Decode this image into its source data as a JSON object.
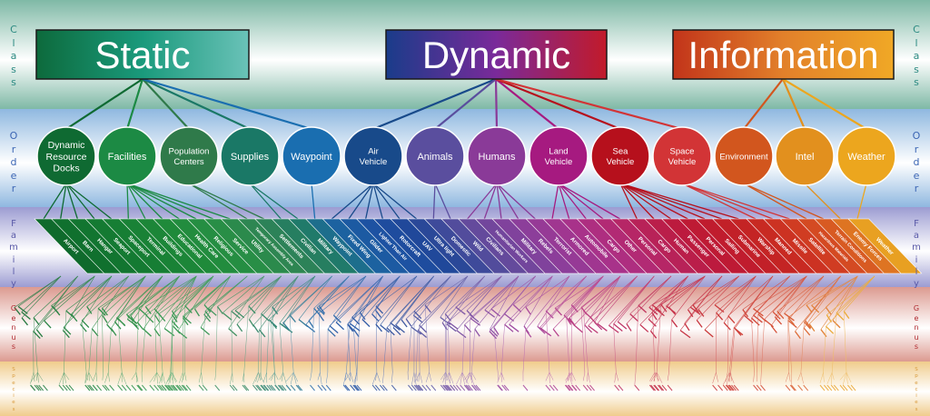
{
  "side_labels": [
    {
      "word": "Class",
      "color": "#2c8a82"
    },
    {
      "word": "Order",
      "color": "#3c66b4"
    },
    {
      "word": "Family",
      "color": "#5a5aa8"
    },
    {
      "word": "Genus",
      "color": "#b02a30"
    },
    {
      "word": "Species",
      "color": "#d89a3a"
    }
  ],
  "classes": [
    {
      "label": "Static",
      "colors": [
        "#0d6a3c",
        "#1a9a7c",
        "#6ac2b8"
      ]
    },
    {
      "label": "Dynamic",
      "colors": [
        "#1a3c8a",
        "#7a2a9a",
        "#c21a2a"
      ]
    },
    {
      "label": "Information",
      "colors": [
        "#c2341a",
        "#e2802a",
        "#f0a826"
      ]
    }
  ],
  "orders": [
    {
      "label": "Dynamic\nResource\nDocks",
      "color": "#0f6a32",
      "cls": 0
    },
    {
      "label": "Facilities",
      "color": "#1c8a44",
      "cls": 0
    },
    {
      "label": "Population\nCenters",
      "color": "#2f7a4a",
      "cls": 0
    },
    {
      "label": "Supplies",
      "color": "#1a7866",
      "cls": 0
    },
    {
      "label": "Waypoint",
      "color": "#1a6eb0",
      "cls": 0
    },
    {
      "label": "Air\nVehicle",
      "color": "#184a8a",
      "cls": 1
    },
    {
      "label": "Animals",
      "color": "#5a4e9e",
      "cls": 1
    },
    {
      "label": "Humans",
      "color": "#8a3a98",
      "cls": 1
    },
    {
      "label": "Land\nVehicle",
      "color": "#a61a80",
      "cls": 1
    },
    {
      "label": "Sea\nVehicle",
      "color": "#b6101c",
      "cls": 1
    },
    {
      "label": "Space\nVehicle",
      "color": "#d23436",
      "cls": 1
    },
    {
      "label": "Environment",
      "color": "#d2561e",
      "cls": 2
    },
    {
      "label": "Intel",
      "color": "#e2901e",
      "cls": 2
    },
    {
      "label": "Weather",
      "color": "#eca61e",
      "cls": 2
    }
  ],
  "families": [
    {
      "label": "Airport",
      "order": 0,
      "color": "#0f6a2c"
    },
    {
      "label": "Barn",
      "order": 0,
      "color": "#10702e"
    },
    {
      "label": "Hangar",
      "order": 0,
      "color": "#127530"
    },
    {
      "label": "Seaport",
      "order": 0,
      "color": "#147a32"
    },
    {
      "label": "Spaceport",
      "order": 0,
      "color": "#167e34"
    },
    {
      "label": "Terminal",
      "order": 1,
      "color": "#198236"
    },
    {
      "label": "Buildings",
      "order": 1,
      "color": "#1c8638"
    },
    {
      "label": "Educational",
      "order": 1,
      "color": "#1f8a3a"
    },
    {
      "label": "Health Care",
      "order": 1,
      "color": "#228c3e"
    },
    {
      "label": "Religious",
      "order": 1,
      "color": "#258e42"
    },
    {
      "label": "Service",
      "order": 1,
      "color": "#288e46"
    },
    {
      "label": "Utility",
      "order": 1,
      "color": "#2b8a4c"
    },
    {
      "label": "Temporary Assembly Area",
      "order": 2,
      "color": "#2e8652"
    },
    {
      "label": "Settlements",
      "order": 2,
      "color": "#2c8258"
    },
    {
      "label": "Civilian",
      "order": 3,
      "color": "#267e60"
    },
    {
      "label": "Military",
      "order": 3,
      "color": "#207a6a"
    },
    {
      "label": "Waypoint",
      "order": 4,
      "color": "#1d6e8c"
    },
    {
      "label": "Fixed Wing",
      "order": 5,
      "color": "#1c62a0"
    },
    {
      "label": "Glider",
      "order": 5,
      "color": "#1c5aa2"
    },
    {
      "label": "Lighter Than Air",
      "order": 5,
      "color": "#1d52a2"
    },
    {
      "label": "Rotorcraft",
      "order": 5,
      "color": "#1e4c9e"
    },
    {
      "label": "UAV",
      "order": 5,
      "color": "#20489a"
    },
    {
      "label": "Ultra light",
      "order": 5,
      "color": "#2a4898"
    },
    {
      "label": "Domestic",
      "order": 6,
      "color": "#3e4a9a"
    },
    {
      "label": "Wild",
      "order": 6,
      "color": "#524c9c"
    },
    {
      "label": "Civilians",
      "order": 7,
      "color": "#644a9c"
    },
    {
      "label": "Humanitarian Workers",
      "order": 7,
      "color": "#72469c"
    },
    {
      "label": "Military",
      "order": 7,
      "color": "#80429c"
    },
    {
      "label": "Rebels",
      "order": 7,
      "color": "#8c3e9a"
    },
    {
      "label": "Terrorist",
      "order": 7,
      "color": "#963a96"
    },
    {
      "label": "Armored",
      "order": 8,
      "color": "#a03690"
    },
    {
      "label": "Automobile",
      "order": 8,
      "color": "#a8328a"
    },
    {
      "label": "Cargo",
      "order": 8,
      "color": "#ae2e80"
    },
    {
      "label": "Other",
      "order": 8,
      "color": "#b22a74"
    },
    {
      "label": "Personal",
      "order": 8,
      "color": "#b62666"
    },
    {
      "label": "Cargo",
      "order": 9,
      "color": "#b82258"
    },
    {
      "label": "Human",
      "order": 9,
      "color": "#ba1e4a"
    },
    {
      "label": "Passenger",
      "order": 9,
      "color": "#bc1a3e"
    },
    {
      "label": "Personal",
      "order": 9,
      "color": "#be1a34"
    },
    {
      "label": "Sailing",
      "order": 9,
      "color": "#c01c2e"
    },
    {
      "label": "Submarine",
      "order": 9,
      "color": "#c22028"
    },
    {
      "label": "Warship",
      "order": 9,
      "color": "#c42424"
    },
    {
      "label": "Manned",
      "order": 10,
      "color": "#c82a22"
    },
    {
      "label": "Missile",
      "order": 10,
      "color": "#cc3222"
    },
    {
      "label": "Satellite",
      "order": 10,
      "color": "#d03c22"
    },
    {
      "label": "Hazardous Materials",
      "order": 11,
      "color": "#d44a22"
    },
    {
      "label": "Terrain Conditions",
      "order": 11,
      "color": "#d85a22"
    },
    {
      "label": "Enemy Forces",
      "order": 12,
      "color": "#de7422"
    },
    {
      "label": "Weather",
      "order": 13,
      "color": "#e8a022"
    }
  ]
}
